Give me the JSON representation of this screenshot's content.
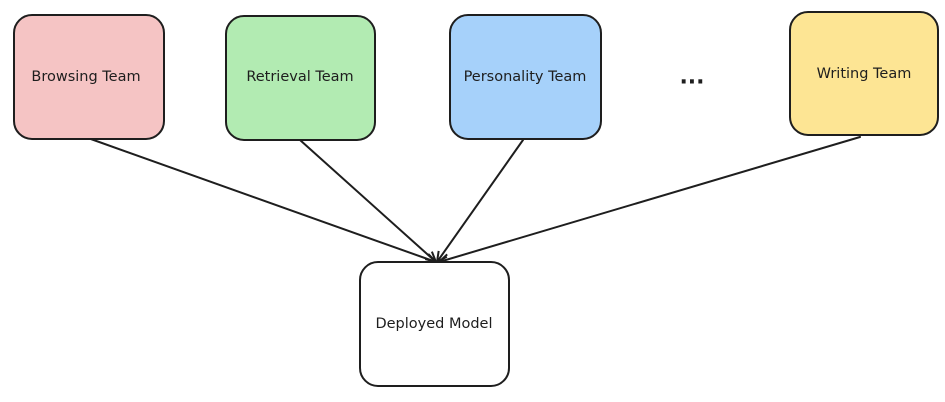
{
  "nodes": {
    "browsing": {
      "label": "Browsing Team",
      "color": "#f5c4c4"
    },
    "retrieval": {
      "label": "Retrieval Team",
      "color": "#b2ebb2"
    },
    "personality": {
      "label": "Personality Team",
      "color": "#a6d1fa"
    },
    "writing": {
      "label": "Writing Team",
      "color": "#fde594"
    },
    "deployed": {
      "label": "Deployed Model",
      "color": "#ffffff"
    }
  },
  "ellipsis": "...",
  "edges": [
    {
      "from": "browsing",
      "to": "deployed"
    },
    {
      "from": "retrieval",
      "to": "deployed"
    },
    {
      "from": "personality",
      "to": "deployed"
    },
    {
      "from": "writing",
      "to": "deployed"
    }
  ]
}
